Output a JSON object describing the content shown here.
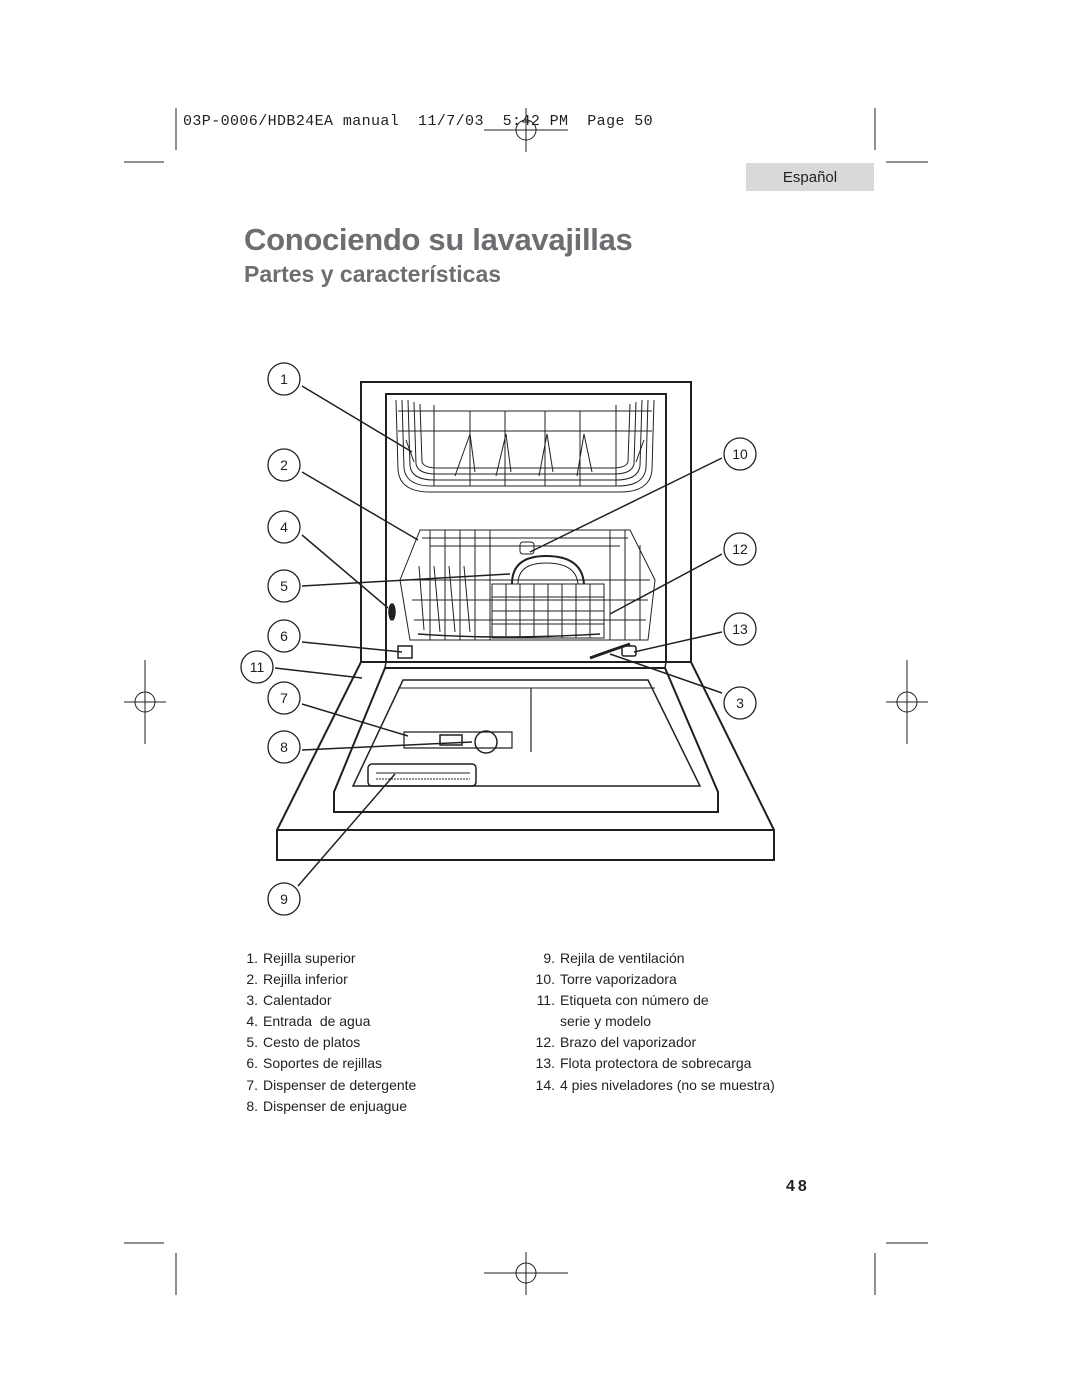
{
  "header": {
    "slug": "03P-0006/HDB24EA manual  11/7/03  5:42 PM  Page 50",
    "language_tab": "Español"
  },
  "title": "Conociendo su lavavajillas",
  "subtitle": "Partes y características",
  "diagram": {
    "callouts": [
      "1",
      "2",
      "4",
      "5",
      "6",
      "11",
      "7",
      "8",
      "9",
      "10",
      "12",
      "13",
      "3"
    ]
  },
  "parts_left": [
    {
      "num": "1.",
      "label": "Rejilla superior"
    },
    {
      "num": "2.",
      "label": "Rejilla inferior"
    },
    {
      "num": "3.",
      "label": "Calentador"
    },
    {
      "num": "4.",
      "label": "Entrada  de agua"
    },
    {
      "num": "5.",
      "label": "Cesto de platos"
    },
    {
      "num": "6.",
      "label": "Soportes de rejillas"
    },
    {
      "num": "7.",
      "label": "Dispenser de detergente"
    },
    {
      "num": "8.",
      "label": "Dispenser de enjuague"
    }
  ],
  "parts_right": [
    {
      "num": "9.",
      "label": "Rejila de ventilación"
    },
    {
      "num": "10.",
      "label": "Torre vaporizadora"
    },
    {
      "num": "11.",
      "label": "Etiqueta con número de",
      "cont": "serie y modelo"
    },
    {
      "num": "12.",
      "label": "Brazo del vaporizador"
    },
    {
      "num": "13.",
      "label": "Flota protectora de sobrecarga"
    },
    {
      "num": "14.",
      "label": "4 pies niveladores (no se muestra)"
    }
  ],
  "page_number": "48"
}
